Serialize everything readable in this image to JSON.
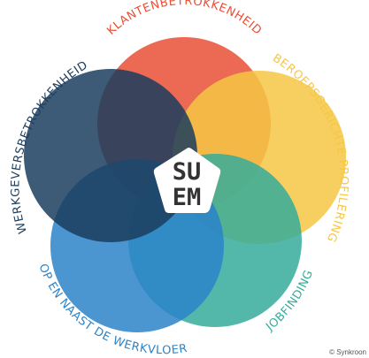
{
  "colors": {
    "klant": "#e94f35",
    "beroeps": "#f6c744",
    "job": "#35ac9a",
    "werkvloer": "#2b83c9",
    "werkgever": "#1b3d5e",
    "center": "#ffffff",
    "center_text": "#333333"
  },
  "circles": [
    {
      "id": "klant",
      "label": "KLANTENBETROKKENHEID",
      "color": "#e94f35"
    },
    {
      "id": "beroeps",
      "label": "BEROEPSGERICHTE PROFILERING",
      "color": "#f6c744"
    },
    {
      "id": "job",
      "label": "JOBFINDING",
      "color": "#35ac9a"
    },
    {
      "id": "werkvloer",
      "label": "OP EN NAAST DE WERKVLOER",
      "color": "#2b83c9"
    },
    {
      "id": "werkgever",
      "label": "WERKGEVERSBETROKKENHEID",
      "color": "#1b3d5e"
    }
  ],
  "center": {
    "line1": "SU",
    "line2": "EM"
  },
  "credit": "© Synkroon"
}
